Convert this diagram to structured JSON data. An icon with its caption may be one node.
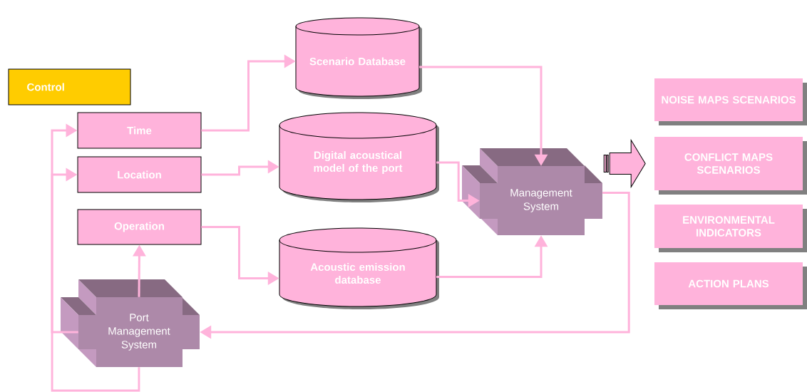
{
  "diagram": {
    "nodes": [
      {
        "text": [
          "Control"
        ]
      },
      {
        "text": [
          "Time"
        ]
      },
      {
        "text": [
          "Location"
        ]
      },
      {
        "text": [
          "Operation"
        ]
      },
      {
        "text": [
          "Scenario Database"
        ]
      },
      {
        "text": [
          "Digital acoustical model of the port"
        ]
      },
      {
        "text": [
          "Acoustic emission database"
        ]
      },
      {
        "text": [
          "Management System"
        ]
      },
      {
        "text": [
          "Port Management System"
        ]
      },
      {
        "text": [
          "NOISE MAPS SCENARIOS"
        ]
      },
      {
        "text": [
          "CONFLICT MAPS SCENARIOS"
        ]
      },
      {
        "text": [
          "ENVIRONMENTAL INDICATORS"
        ]
      },
      {
        "text": [
          "ACTION PLANS"
        ]
      }
    ],
    "edges": [
      {
        "from": 1,
        "to": 4,
        "arrow": "to"
      },
      {
        "from": 2,
        "to": 5,
        "arrow": "to"
      },
      {
        "from": 3,
        "to": 6,
        "arrow": "to"
      },
      {
        "from": 4,
        "to": 7,
        "arrow": "to"
      },
      {
        "from": 5,
        "to": 7,
        "arrow": "to"
      },
      {
        "from": 6,
        "to": 7,
        "arrow": "to"
      },
      {
        "from": 7,
        "to": 8,
        "arrow": "to"
      },
      {
        "from": 8,
        "to": 3,
        "arrow": "to"
      },
      {
        "from": 8,
        "to": 1,
        "arrow": "to"
      },
      {
        "from": 8,
        "to": 2,
        "arrow": "to"
      },
      {
        "from": 7,
        "to": 10,
        "arrow": "to",
        "style": "thick"
      }
    ]
  }
}
